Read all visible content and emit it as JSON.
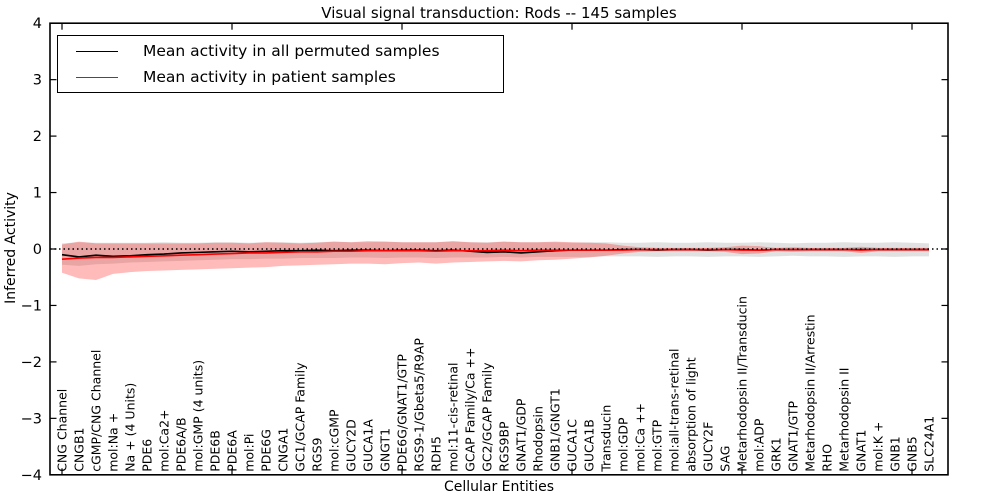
{
  "figure": {
    "title": "Visual signal transduction: Rods -- 145 samples",
    "xlabel": "Cellular Entities",
    "ylabel": "Inferred Activity"
  },
  "legend": {
    "entries": [
      {
        "label": "Mean activity in all permuted samples",
        "color": "#000000"
      },
      {
        "label": "Mean activity in patient samples",
        "color": "#ff0000"
      }
    ]
  },
  "chart_data": {
    "type": "line",
    "title": "Visual signal transduction: Rods -- 145 samples",
    "xlabel": "Cellular Entities",
    "ylabel": "Inferred Activity",
    "ylim": [
      -4,
      4
    ],
    "yticks": [
      4,
      3,
      2,
      1,
      0,
      -1,
      -2,
      -3,
      -4
    ],
    "ytick_labels": [
      "4",
      "3",
      "2",
      "1",
      "0",
      "−1",
      "−2",
      "−3",
      "−4"
    ],
    "x_major_tick_indices": [
      0,
      10,
      20,
      30,
      40,
      50
    ],
    "grid": false,
    "legend_position": "upper left",
    "zero_line": {
      "y": 0,
      "style": "dotted",
      "color": "#000000"
    },
    "categories": [
      "CNG Channel",
      "CNGB1",
      "cGMP/CNG Channel",
      "mol:Na +",
      "Na + (4 Units)",
      "PDE6",
      "mol:Ca2+",
      "PDE6A/B",
      "mol:GMP (4 units)",
      "PDE6B",
      "PDE6A",
      "mol:Pi",
      "PDE6G",
      "CNGA1",
      "GC1/GCAP Family",
      "RGS9",
      "mol:cGMP",
      "GUCY2D",
      "GUCA1A",
      "GNGT1",
      "PDE6G/GNAT1/GTP",
      "RGS9-1/Gbeta5/R9AP",
      "RDH5",
      "mol:11-cis-retinal",
      "GCAP Family/Ca ++",
      "GC2/GCAP Family",
      "RGS9BP",
      "GNAT1/GDP",
      "Rhodopsin",
      "GNB1/GNGT1",
      "GUCA1C",
      "GUCA1B",
      "Transducin",
      "mol:GDP",
      "mol:Ca ++",
      "mol:GTP",
      "mol:all-trans-retinal",
      "absorption of light",
      "GUCY2F",
      "SAG",
      "Metarhodopsin II/Transducin",
      "mol:ADP",
      "GRK1",
      "GNAT1/GTP",
      "Metarhodopsin II/Arrestin",
      "RHO",
      "Metarhodopsin II",
      "GNAT1",
      "mol:K +",
      "GNB1",
      "GNB5",
      "SLC24A1"
    ],
    "series": [
      {
        "name": "Mean activity in all permuted samples",
        "color": "#000000",
        "values": [
          -0.1,
          -0.14,
          -0.11,
          -0.13,
          -0.12,
          -0.1,
          -0.09,
          -0.07,
          -0.06,
          -0.05,
          -0.04,
          -0.05,
          -0.04,
          -0.03,
          -0.03,
          -0.02,
          -0.03,
          -0.02,
          -0.02,
          -0.03,
          -0.02,
          -0.02,
          -0.03,
          -0.02,
          -0.04,
          -0.06,
          -0.05,
          -0.07,
          -0.05,
          -0.03,
          -0.02,
          -0.02,
          -0.02,
          -0.01,
          -0.01,
          -0.02,
          -0.01,
          -0.01,
          -0.02,
          -0.01,
          -0.01,
          -0.02,
          -0.01,
          -0.01,
          -0.01,
          -0.01,
          -0.01,
          -0.01,
          -0.01,
          -0.01,
          -0.01,
          -0.01
        ]
      },
      {
        "name": "Mean activity in patient samples",
        "color": "#ff0000",
        "values": [
          -0.18,
          -0.16,
          -0.15,
          -0.15,
          -0.14,
          -0.13,
          -0.12,
          -0.11,
          -0.1,
          -0.09,
          -0.08,
          -0.07,
          -0.07,
          -0.06,
          -0.05,
          -0.05,
          -0.04,
          -0.04,
          -0.03,
          -0.03,
          -0.03,
          -0.03,
          -0.04,
          -0.03,
          -0.03,
          -0.03,
          -0.02,
          -0.03,
          -0.02,
          -0.02,
          -0.02,
          -0.02,
          -0.02,
          -0.02,
          -0.01,
          -0.01,
          -0.01,
          -0.01,
          -0.01,
          -0.01,
          -0.02,
          -0.02,
          -0.01,
          -0.01,
          -0.01,
          -0.01,
          -0.01,
          -0.02,
          -0.01,
          -0.01,
          -0.01,
          -0.01
        ]
      }
    ],
    "bands": [
      {
        "name": "permuted samples range",
        "color": "#aaaaaa",
        "opacity": 0.35,
        "top": [
          0.1,
          0.12,
          0.11,
          0.11,
          0.11,
          0.11,
          0.12,
          0.11,
          0.11,
          0.12,
          0.12,
          0.11,
          0.12,
          0.12,
          0.11,
          0.12,
          0.13,
          0.12,
          0.12,
          0.13,
          0.12,
          0.12,
          0.12,
          0.13,
          0.12,
          0.12,
          0.13,
          0.12,
          0.12,
          0.12,
          0.11,
          0.12,
          0.12,
          0.11,
          0.11,
          0.12,
          0.11,
          0.11,
          0.12,
          0.11,
          0.11,
          0.12,
          0.11,
          0.1,
          0.11,
          0.11,
          0.12,
          0.11,
          0.11,
          0.12,
          0.11,
          0.1
        ],
        "bottom": [
          -0.28,
          -0.3,
          -0.27,
          -0.26,
          -0.24,
          -0.23,
          -0.22,
          -0.21,
          -0.2,
          -0.19,
          -0.18,
          -0.18,
          -0.17,
          -0.17,
          -0.16,
          -0.16,
          -0.16,
          -0.15,
          -0.15,
          -0.16,
          -0.15,
          -0.15,
          -0.16,
          -0.15,
          -0.15,
          -0.15,
          -0.14,
          -0.15,
          -0.14,
          -0.14,
          -0.14,
          -0.14,
          -0.13,
          -0.13,
          -0.13,
          -0.14,
          -0.13,
          -0.13,
          -0.14,
          -0.13,
          -0.13,
          -0.14,
          -0.13,
          -0.12,
          -0.13,
          -0.13,
          -0.14,
          -0.13,
          -0.13,
          -0.14,
          -0.13,
          -0.13
        ]
      },
      {
        "name": "patient samples range",
        "color": "#ff0000",
        "opacity": 0.27,
        "top": [
          0.08,
          0.13,
          0.1,
          0.1,
          0.1,
          0.1,
          0.1,
          0.1,
          0.1,
          0.11,
          0.11,
          0.1,
          0.12,
          0.11,
          0.1,
          0.11,
          0.13,
          0.12,
          0.14,
          0.13,
          0.12,
          0.12,
          0.12,
          0.14,
          0.12,
          0.11,
          0.13,
          0.12,
          0.12,
          0.13,
          0.12,
          0.11,
          0.1,
          0.06,
          0.03,
          0.02,
          0.02,
          0.02,
          0.02,
          0.03,
          0.06,
          0.05,
          0.02,
          0.03,
          0.02,
          0.02,
          0.02,
          0.04,
          0.02,
          0.02,
          0.02,
          0.02
        ],
        "bottom": [
          -0.42,
          -0.52,
          -0.55,
          -0.44,
          -0.41,
          -0.39,
          -0.38,
          -0.37,
          -0.36,
          -0.35,
          -0.34,
          -0.33,
          -0.32,
          -0.3,
          -0.29,
          -0.28,
          -0.27,
          -0.26,
          -0.26,
          -0.27,
          -0.25,
          -0.24,
          -0.26,
          -0.24,
          -0.23,
          -0.22,
          -0.21,
          -0.22,
          -0.2,
          -0.19,
          -0.17,
          -0.15,
          -0.12,
          -0.08,
          -0.05,
          -0.04,
          -0.04,
          -0.04,
          -0.04,
          -0.05,
          -0.09,
          -0.08,
          -0.04,
          -0.05,
          -0.04,
          -0.04,
          -0.04,
          -0.07,
          -0.04,
          -0.04,
          -0.04,
          -0.04
        ]
      }
    ]
  }
}
